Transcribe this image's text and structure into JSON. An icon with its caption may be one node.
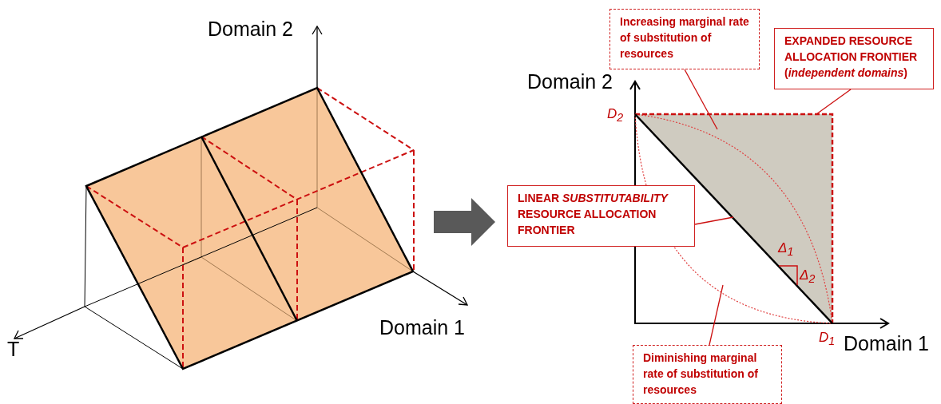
{
  "diagram": {
    "nodes": [
      {
        "text": [
          "Increasing marginal rate of substitution  of resources"
        ]
      },
      {
        "text": [
          "EXPANDED RESOURCE ALLOCATION FRONTIER (*independent domains*)"
        ]
      },
      {
        "text": [
          "LINEAR *SUBSTITUTABILITY* RESOURCE ALLOCATION FRONTIER"
        ]
      },
      {
        "text": [
          "Diminishing  marginal rate of substitution  of resources"
        ]
      }
    ],
    "edges": [
      {
        "from": 0,
        "to": null,
        "arrow": "none"
      },
      {
        "from": 1,
        "to": null,
        "arrow": "none"
      },
      {
        "from": 2,
        "to": null,
        "arrow": "none"
      },
      {
        "from": 3,
        "to": null,
        "arrow": "none"
      }
    ],
    "labels": [
      "Domain 2",
      "Domain 2",
      "D$_{2}$",
      "Δ$_{1}$",
      "Δ$_{2}$",
      "Domain 1",
      "T",
      "D$_{1}$",
      "Domain 1"
    ]
  }
}
